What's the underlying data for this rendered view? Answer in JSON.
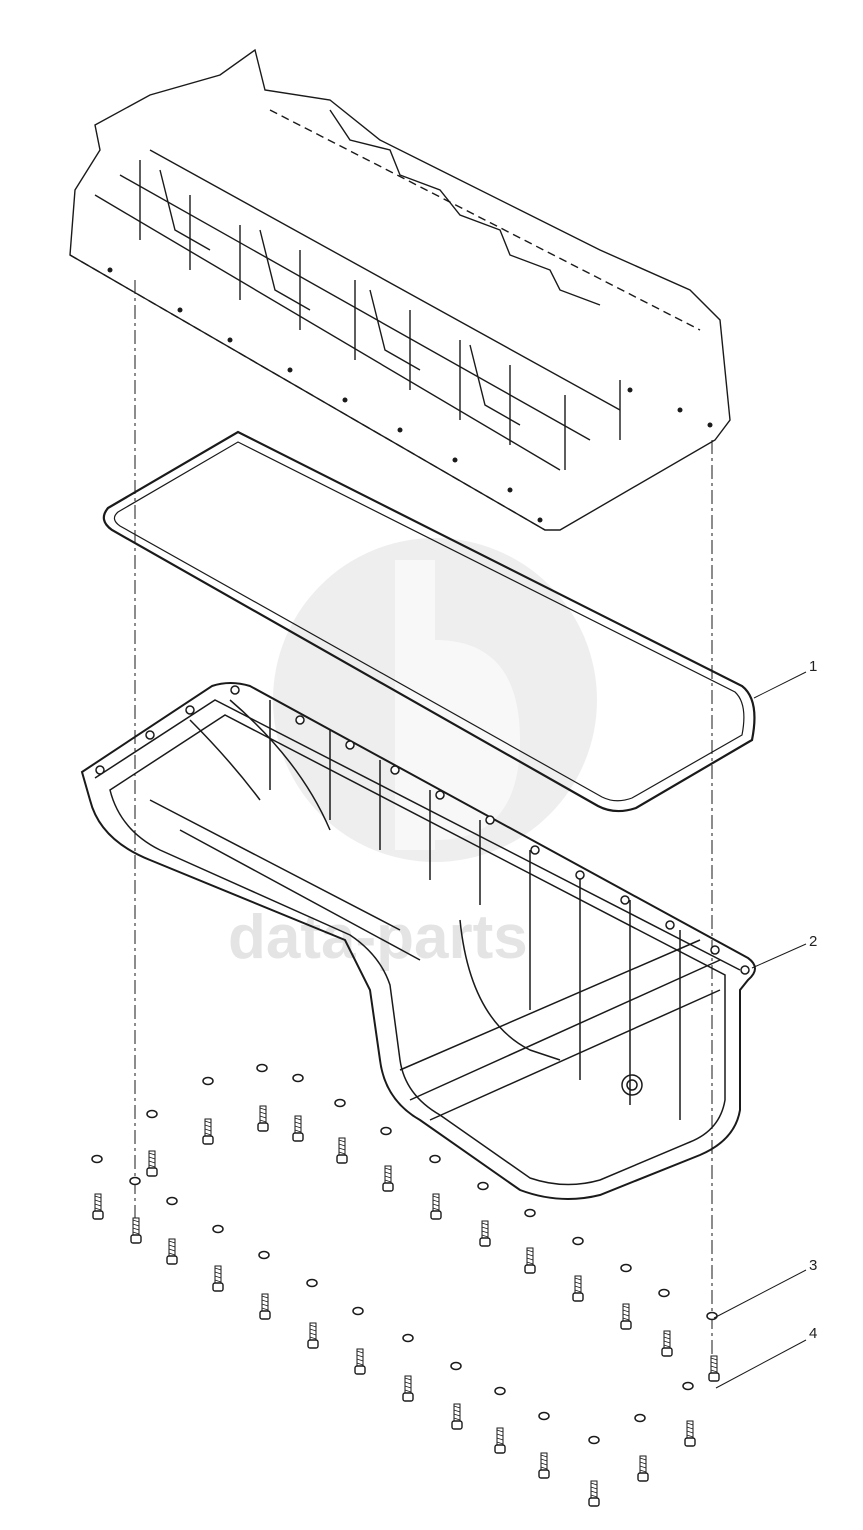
{
  "diagram": {
    "watermark": {
      "text": "data-parts",
      "color": "#cccccc"
    },
    "line_color": "#1a1a1a",
    "callouts": [
      {
        "label": "1",
        "part": "oil-pan-gasket"
      },
      {
        "label": "2",
        "part": "oil-pan"
      },
      {
        "label": "3",
        "part": "washer"
      },
      {
        "label": "4",
        "part": "bolt"
      }
    ]
  }
}
